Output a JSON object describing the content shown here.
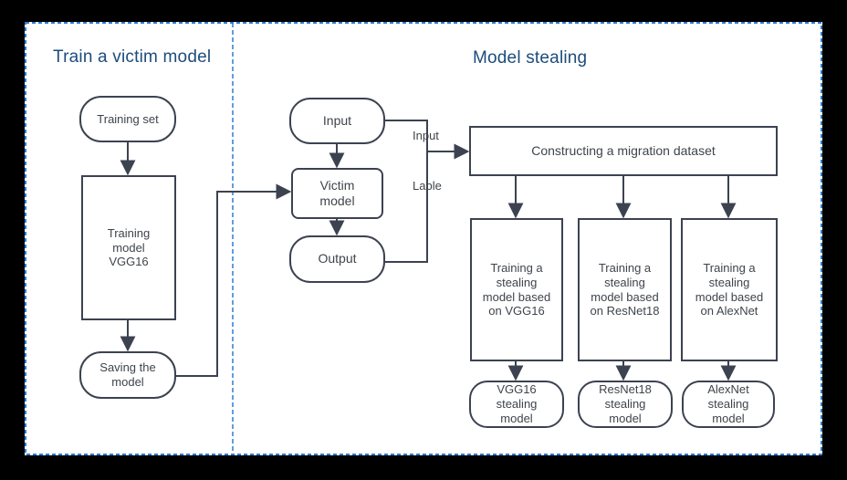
{
  "diagram": {
    "left_section": {
      "title": "Train a victim model"
    },
    "right_section": {
      "title": "Model stealing"
    },
    "colors": {
      "outer_background": "#000000",
      "canvas_background": "#FFFFFF",
      "dashed_border_blue": "#2E7CD6",
      "section_title_navy": "#1C4C7C",
      "node_stroke_gray": "#3C4250",
      "node_text_gray": "#3F444B"
    }
  },
  "nodes": {
    "training_set": {
      "label": "Training set"
    },
    "training_model_vgg16": {
      "label": "Training\nmodel\nVGG16"
    },
    "saving_the_model": {
      "label": "Saving the\nmodel"
    },
    "input": {
      "label": "Input"
    },
    "victim_model": {
      "label": "Victim\nmodel"
    },
    "output": {
      "label": "Output"
    },
    "migration_dataset": {
      "label": "Constructing a migration dataset"
    },
    "train_steal_vgg16": {
      "label": "Training a\nstealing\nmodel based\non VGG16"
    },
    "train_steal_resnet18": {
      "label": "Training a\nstealing\nmodel based\non ResNet18"
    },
    "train_steal_alexnet": {
      "label": "Training a\nstealing\nmodel based\non AlexNet"
    },
    "steal_model_vgg16": {
      "label": "VGG16\nstealing\nmodel"
    },
    "steal_model_resnet18": {
      "label": "ResNet18\nstealing\nmodel"
    },
    "steal_model_alexnet": {
      "label": "AlexNet\nstealing\nmodel"
    }
  },
  "edge_labels": {
    "input": "Input",
    "lable": "Lable"
  }
}
